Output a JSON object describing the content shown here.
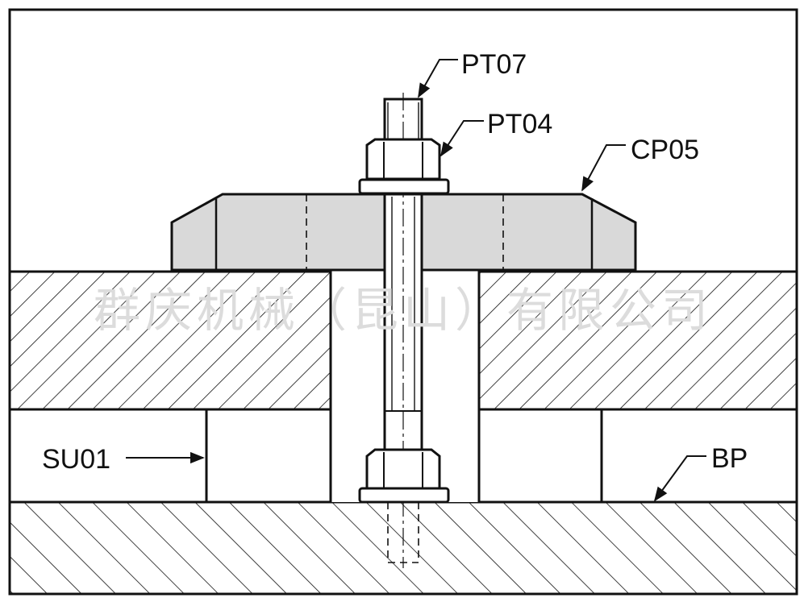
{
  "labels": {
    "pt07": "PT07",
    "pt04": "PT04",
    "cp05": "CP05",
    "su01": "SU01",
    "bp": "BP"
  },
  "watermark": "群庆机械（昆山）有限公司",
  "colors": {
    "line": "#111111",
    "clamp_fill": "#d9d9d9",
    "background": "#ffffff",
    "watermark": "#dcdcdc"
  }
}
